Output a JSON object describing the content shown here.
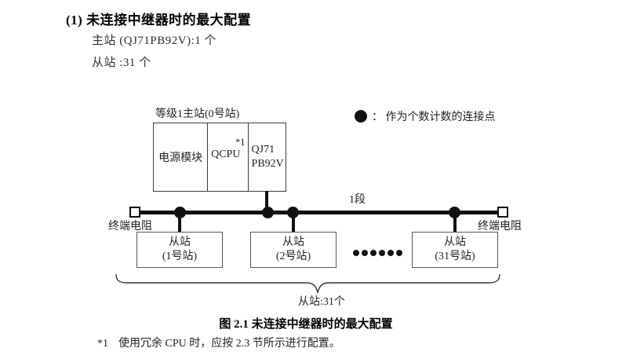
{
  "colors": {
    "ink": "#000000",
    "body_text": "#2e2e2e",
    "line": "#111111",
    "master_box_border": "#3c3c3c",
    "slave_box_border": "#555555"
  },
  "header": {
    "heading": "(1) 未连接中继器时的最大配置",
    "master_count_line": "主站 (QJ71PB92V):1 个",
    "slave_count_line": "从站 :31 个"
  },
  "legend": {
    "text": "：  作为个数计数的连接点"
  },
  "diagram": {
    "master_label": "等级1主站(0号站)",
    "modules": {
      "power": "电源模块",
      "cpu": "QCPU",
      "cpu_note_ref": "*1",
      "network_line1": "QJ71",
      "network_line2": "PB92V"
    },
    "segment_label": "1段",
    "terminator_left_label": "终端电阻",
    "terminator_right_label": "终端电阻",
    "slaves": [
      {
        "name": "从站",
        "station_no": "(1号站)"
      },
      {
        "name": "从站",
        "station_no": "(2号站)"
      },
      {
        "name": "从站",
        "station_no": "(31号站)"
      }
    ],
    "slave_total_label": "从站:31个"
  },
  "caption": "图 2.1 未连接中继器时的最大配置",
  "footnote": {
    "ref": "*1",
    "text": "使用冗余 CPU 时，应按 2.3 节所示进行配置。"
  }
}
